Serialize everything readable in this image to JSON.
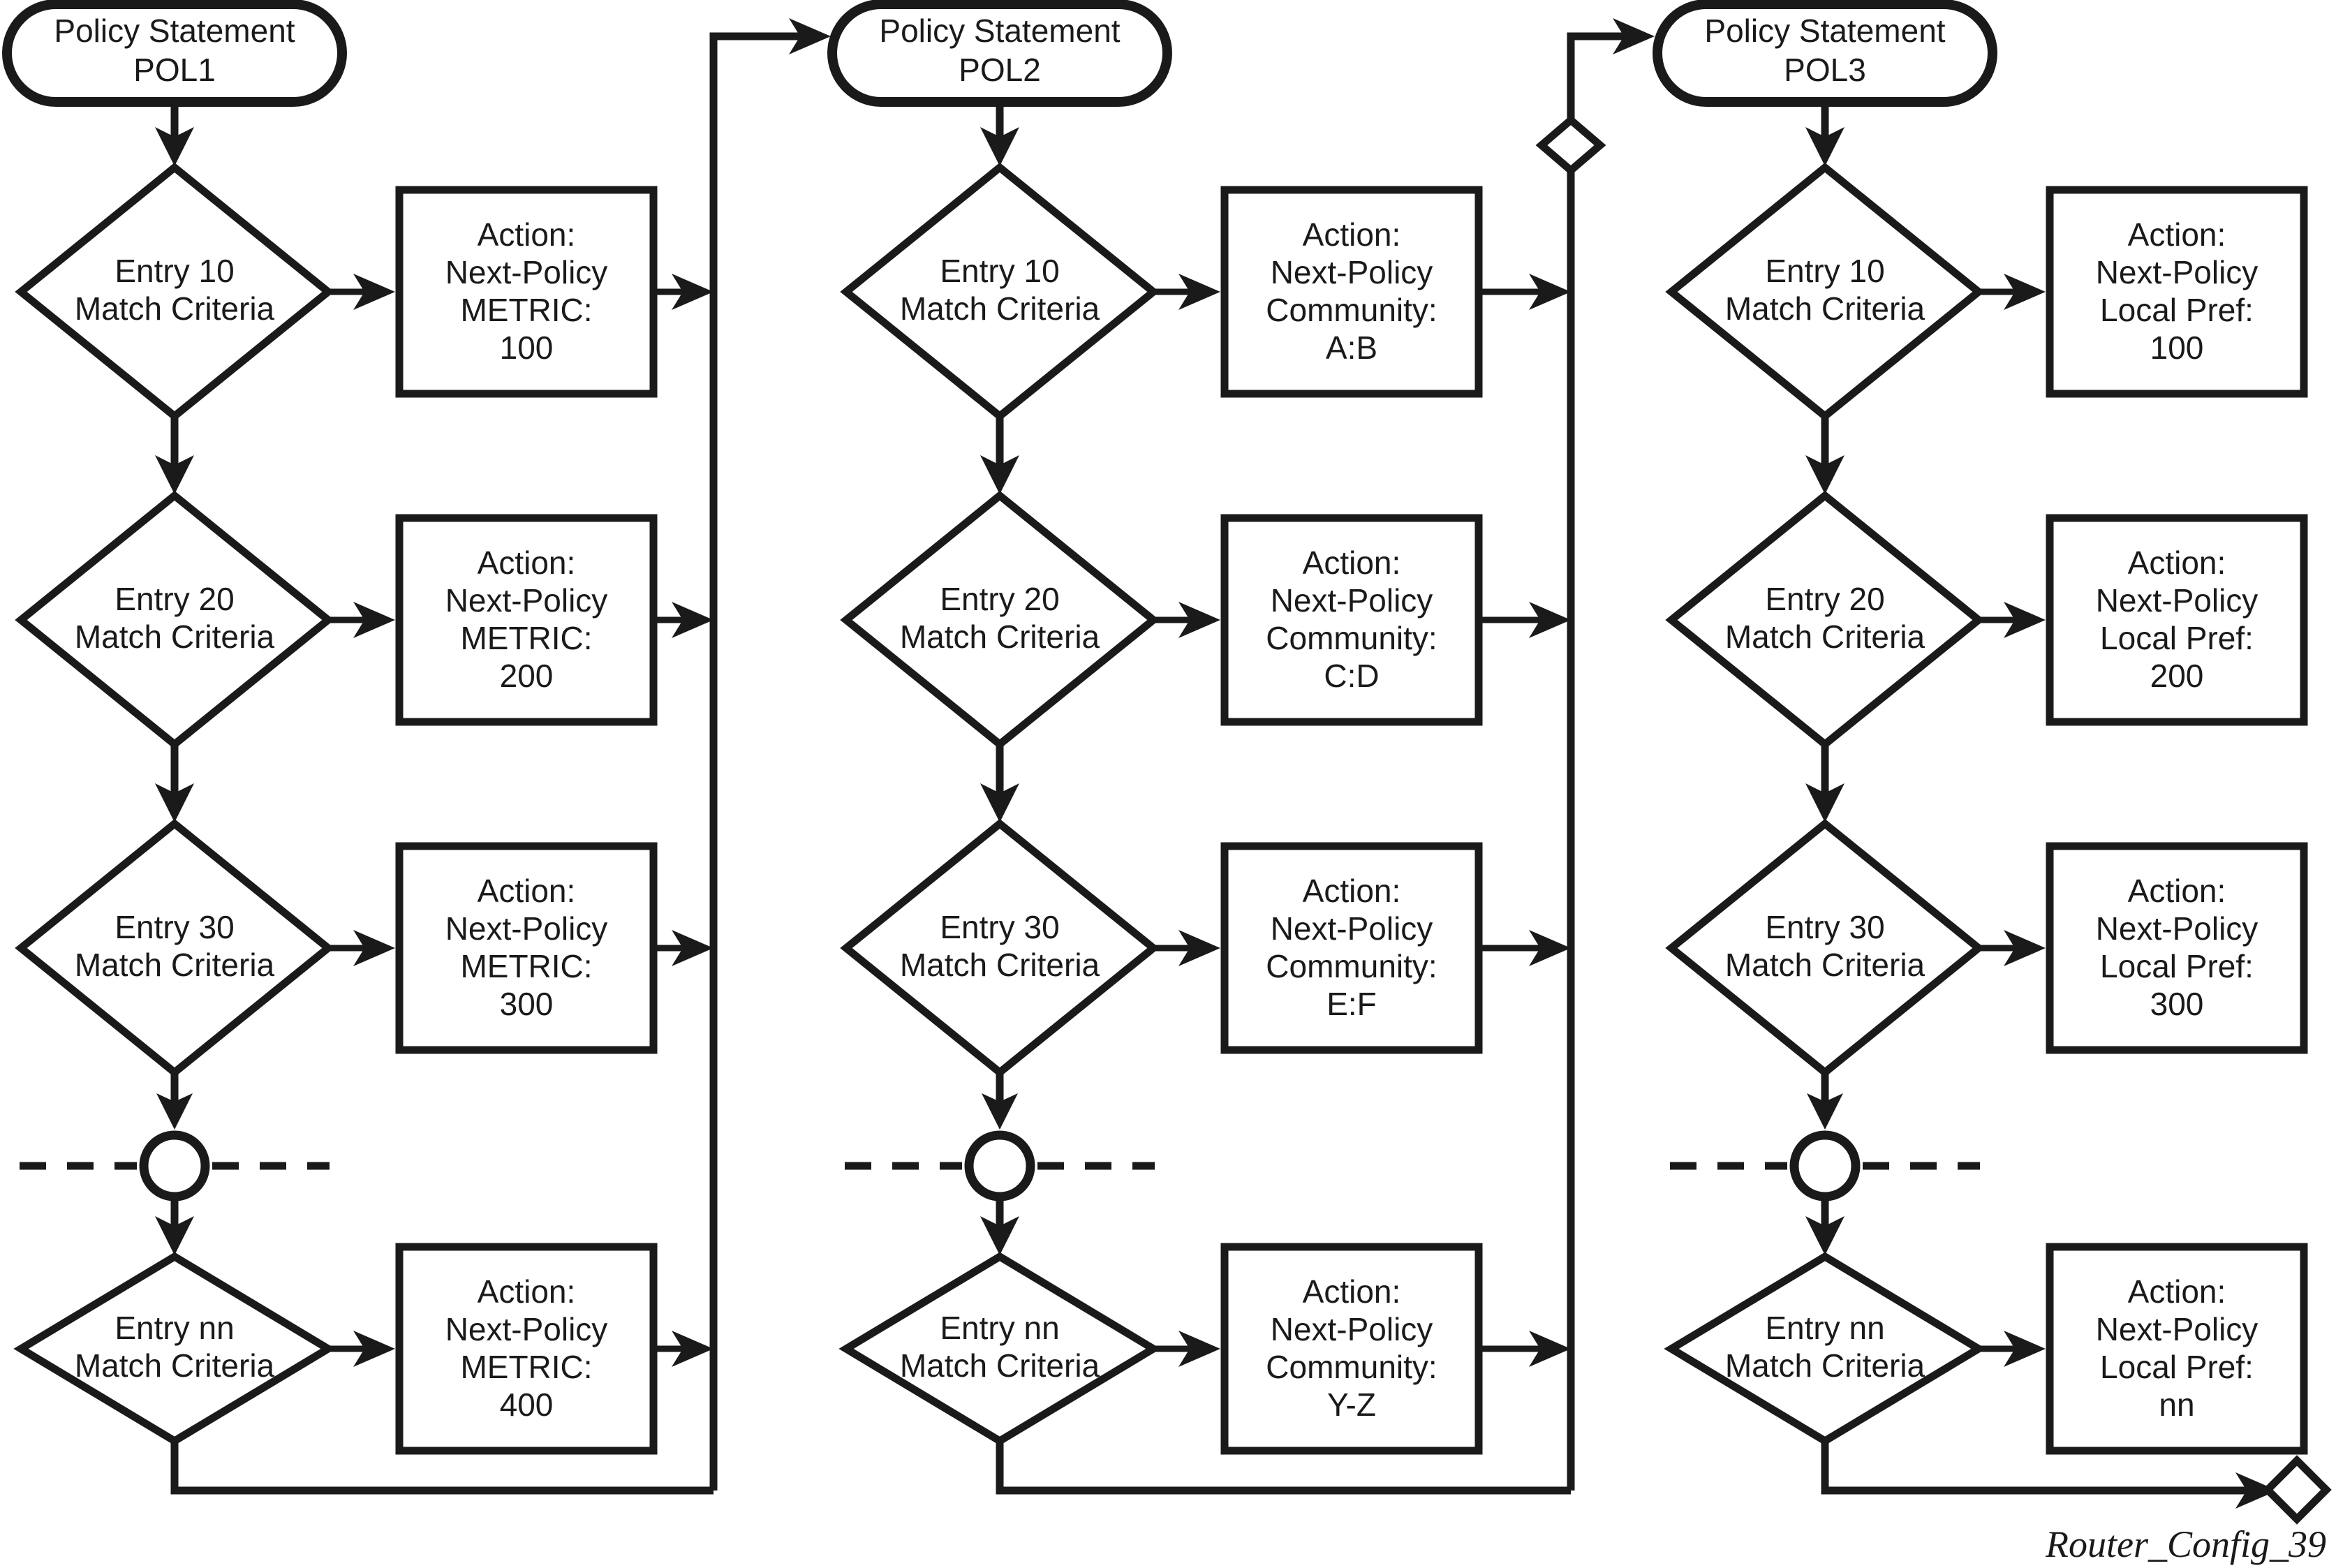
{
  "diagram": {
    "caption": "Router_Config_39",
    "ink_color": "#1a1a1a",
    "background_color": "#ffffff",
    "columns": [
      {
        "id": "pol1",
        "policy": {
          "line1": "Policy Statement",
          "line2": "POL1"
        },
        "rows": [
          {
            "entry": {
              "line1": "Entry 10",
              "line2": "Match Criteria"
            },
            "action": {
              "line1": "Action:",
              "line2": "Next-Policy",
              "line3": "METRIC:",
              "line4": "100"
            }
          },
          {
            "entry": {
              "line1": "Entry 20",
              "line2": "Match Criteria"
            },
            "action": {
              "line1": "Action:",
              "line2": "Next-Policy",
              "line3": "METRIC:",
              "line4": "200"
            }
          },
          {
            "entry": {
              "line1": "Entry 30",
              "line2": "Match Criteria"
            },
            "action": {
              "line1": "Action:",
              "line2": "Next-Policy",
              "line3": "METRIC:",
              "line4": "300"
            }
          },
          {
            "entry": {
              "line1": "Entry nn",
              "line2": "Match Criteria"
            },
            "action": {
              "line1": "Action:",
              "line2": "Next-Policy",
              "line3": "METRIC:",
              "line4": "400"
            }
          }
        ]
      },
      {
        "id": "pol2",
        "policy": {
          "line1": "Policy Statement",
          "line2": "POL2"
        },
        "rows": [
          {
            "entry": {
              "line1": "Entry 10",
              "line2": "Match Criteria"
            },
            "action": {
              "line1": "Action:",
              "line2": "Next-Policy",
              "line3": "Community:",
              "line4": "A:B"
            }
          },
          {
            "entry": {
              "line1": "Entry 20",
              "line2": "Match Criteria"
            },
            "action": {
              "line1": "Action:",
              "line2": "Next-Policy",
              "line3": "Community:",
              "line4": "C:D"
            }
          },
          {
            "entry": {
              "line1": "Entry 30",
              "line2": "Match Criteria"
            },
            "action": {
              "line1": "Action:",
              "line2": "Next-Policy",
              "line3": "Community:",
              "line4": "E:F"
            }
          },
          {
            "entry": {
              "line1": "Entry nn",
              "line2": "Match Criteria"
            },
            "action": {
              "line1": "Action:",
              "line2": "Next-Policy",
              "line3": "Community:",
              "line4": "Y-Z"
            }
          }
        ]
      },
      {
        "id": "pol3",
        "policy": {
          "line1": "Policy Statement",
          "line2": "POL3"
        },
        "rows": [
          {
            "entry": {
              "line1": "Entry 10",
              "line2": "Match Criteria"
            },
            "action": {
              "line1": "Action:",
              "line2": "Next-Policy",
              "line3": "Local Pref:",
              "line4": "100"
            }
          },
          {
            "entry": {
              "line1": "Entry 20",
              "line2": "Match Criteria"
            },
            "action": {
              "line1": "Action:",
              "line2": "Next-Policy",
              "line3": "Local Pref:",
              "line4": "200"
            }
          },
          {
            "entry": {
              "line1": "Entry 30",
              "line2": "Match Criteria"
            },
            "action": {
              "line1": "Action:",
              "line2": "Next-Policy",
              "line3": "Local Pref:",
              "line4": "300"
            }
          },
          {
            "entry": {
              "line1": "Entry nn",
              "line2": "Match Criteria"
            },
            "action": {
              "line1": "Action:",
              "line2": "Next-Policy",
              "line3": "Local Pref:",
              "line4": "nn"
            }
          }
        ]
      }
    ]
  }
}
